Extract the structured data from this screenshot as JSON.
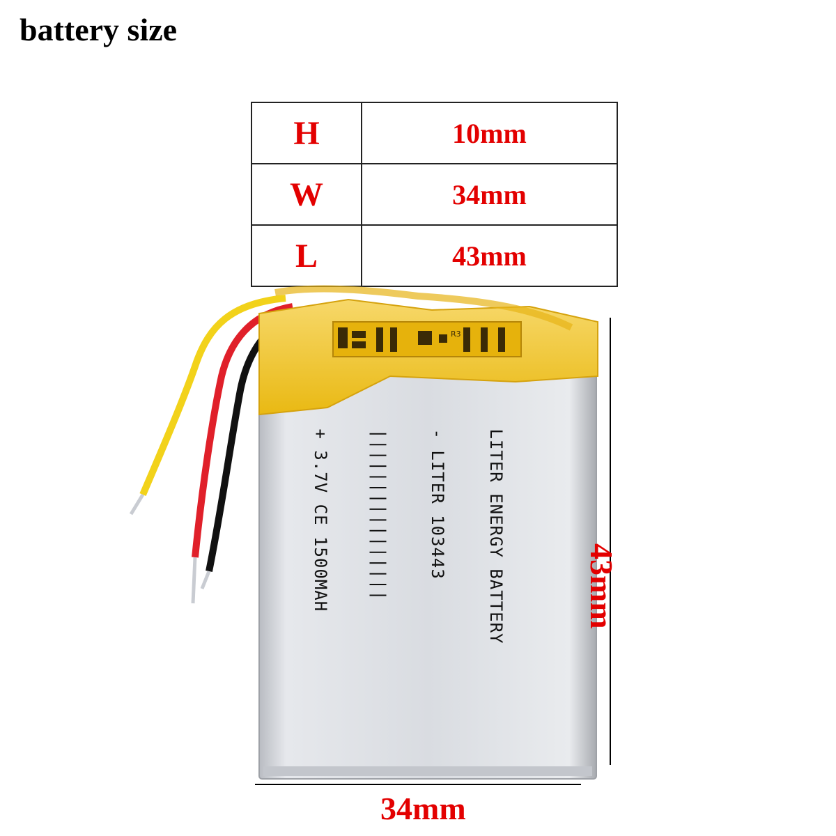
{
  "title": "battery size",
  "dimensions_table": [
    {
      "key": "H",
      "value": "10mm"
    },
    {
      "key": "W",
      "value": "34mm"
    },
    {
      "key": "L",
      "value": "43mm"
    }
  ],
  "width_label": "34mm",
  "height_label": "43mm",
  "battery_print": {
    "line1": "LITER ENERGY BATTERY",
    "line2": "- LITER 103443",
    "line3": "||||||||||||||||",
    "line4": "+ 3.7V CE 1500MAH"
  },
  "pcb_label": "R3",
  "colors": {
    "accent": "#e30000",
    "wire_yellow": "#f2d21a",
    "wire_red": "#e0202a",
    "wire_black": "#111111",
    "tape": "#f0c21c"
  }
}
